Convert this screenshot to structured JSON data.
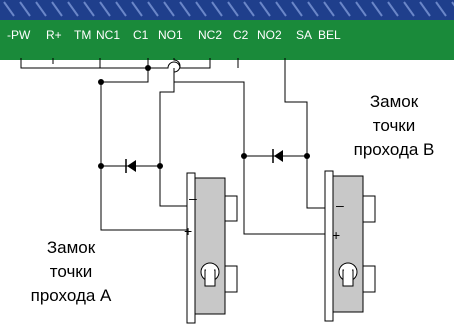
{
  "terminal_block": {
    "labels": [
      "-PW",
      "R+",
      "TM",
      "NC1",
      "C1",
      "NO1",
      "NC2",
      "C2",
      "NO2",
      "SA",
      "BEL"
    ]
  },
  "lock_a": {
    "caption_lines": [
      "Замок",
      "точки",
      "прохода А"
    ],
    "minus_label": "–",
    "plus_label": "+"
  },
  "lock_b": {
    "caption_lines": [
      "Замок",
      "точки",
      "прохода В"
    ],
    "minus_label": "–",
    "plus_label": "+"
  },
  "colors": {
    "terminal_fill": "#1a8a3a",
    "terminal_screw": "#1f3f8c",
    "lock_fill": "#c8c8c8",
    "wire": "#000000"
  }
}
